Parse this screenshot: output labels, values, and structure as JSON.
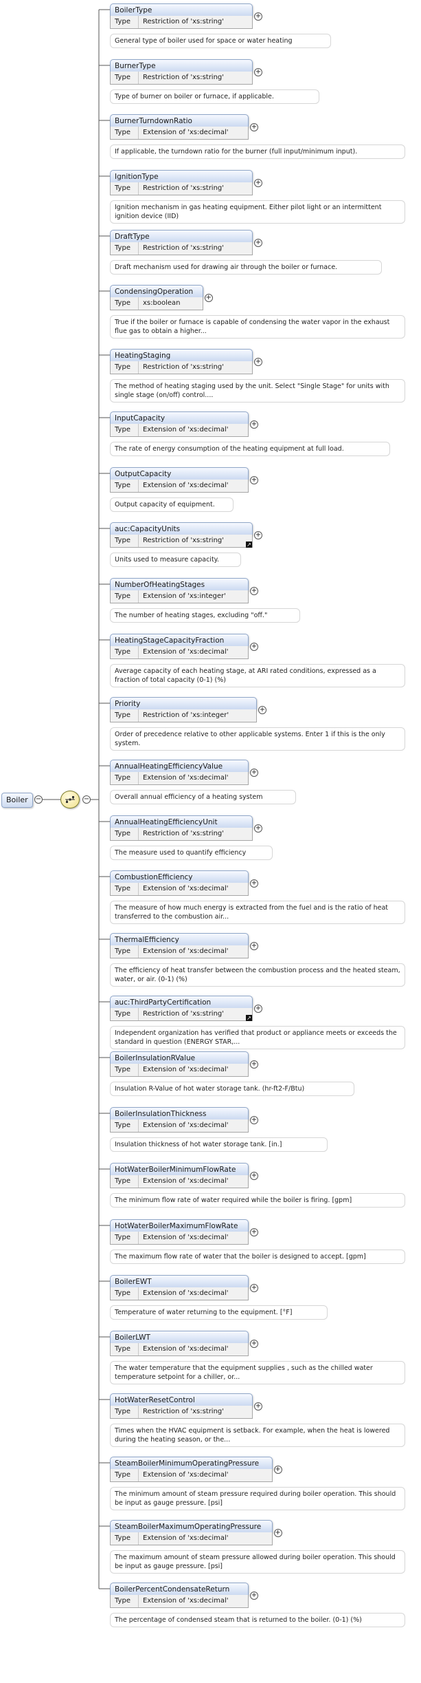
{
  "root": {
    "label": "Boiler",
    "collapse_symbol": "−"
  },
  "compositor": {
    "kind": "sequence",
    "collapse_symbol": "−"
  },
  "type_label": "Type",
  "expand_symbol": "+",
  "elements": [
    {
      "name": "BoilerType",
      "type": "Restriction of 'xs:string'",
      "doc": "General type of boiler used for space or water heating",
      "ref": false
    },
    {
      "name": "BurnerType",
      "type": "Restriction of 'xs:string'",
      "doc": "Type of burner on boiler or furnace, if applicable.",
      "ref": false
    },
    {
      "name": "BurnerTurndownRatio",
      "type": "Extension of 'xs:decimal'",
      "doc": "If applicable, the turndown ratio for the burner (full input/minimum input).",
      "ref": false
    },
    {
      "name": "IgnitionType",
      "type": "Restriction of 'xs:string'",
      "doc": "Ignition mechanism in gas heating equipment. Either pilot light or an intermittent ignition device (IID)",
      "ref": false
    },
    {
      "name": "DraftType",
      "type": "Restriction of 'xs:string'",
      "doc": "Draft mechanism used for drawing air through the boiler or furnace.",
      "ref": false
    },
    {
      "name": "CondensingOperation",
      "type": "xs:boolean",
      "doc": "True if the boiler or furnace is capable of condensing the water vapor in the exhaust flue gas to obtain a higher...",
      "ref": false
    },
    {
      "name": "HeatingStaging",
      "type": "Restriction of 'xs:string'",
      "doc": "The method of heating staging used by the unit. Select \"Single Stage\" for units with single stage (on/off) control....",
      "ref": false
    },
    {
      "name": "InputCapacity",
      "type": "Extension of 'xs:decimal'",
      "doc": "The rate of energy consumption of the heating equipment at full load.",
      "ref": false
    },
    {
      "name": "OutputCapacity",
      "type": "Extension of 'xs:decimal'",
      "doc": "Output capacity of equipment.",
      "ref": false
    },
    {
      "name": "auc:CapacityUnits",
      "type": "Restriction of 'xs:string'",
      "doc": "Units used to measure capacity.",
      "ref": true
    },
    {
      "name": "NumberOfHeatingStages",
      "type": "Extension of 'xs:integer'",
      "doc": "The number of heating stages, excluding \"off.\"",
      "ref": false
    },
    {
      "name": "HeatingStageCapacityFraction",
      "type": "Extension of 'xs:decimal'",
      "doc": "Average capacity of each heating stage, at ARI rated conditions, expressed as a fraction of total capacity (0-1) (%)",
      "ref": false
    },
    {
      "name": "Priority",
      "type": "Restriction of 'xs:integer'",
      "doc": "Order of precedence relative to other applicable systems. Enter 1 if this is the only system.",
      "ref": false
    },
    {
      "name": "AnnualHeatingEfficiencyValue",
      "type": "Extension of 'xs:decimal'",
      "doc": "Overall annual efficiency of a heating system",
      "ref": false
    },
    {
      "name": "AnnualHeatingEfficiencyUnit",
      "type": "Restriction of 'xs:string'",
      "doc": "The measure used to quantify efficiency",
      "ref": false
    },
    {
      "name": "CombustionEfficiency",
      "type": "Extension of 'xs:decimal'",
      "doc": "The measure of how much energy is extracted from the fuel and is the ratio of heat transferred to the combustion air...",
      "ref": false
    },
    {
      "name": "ThermalEfficiency",
      "type": "Extension of 'xs:decimal'",
      "doc": "The efficiency of heat transfer between the combustion process and the heated steam, water, or air. (0-1) (%)",
      "ref": false
    },
    {
      "name": "auc:ThirdPartyCertification",
      "type": "Restriction of 'xs:string'",
      "doc": "Independent organization has verified that product or appliance meets or exceeds the standard in question (ENERGY STAR,...",
      "ref": true
    },
    {
      "name": "BoilerInsulationRValue",
      "type": "Extension of 'xs:decimal'",
      "doc": "Insulation R-Value of hot water storage tank. (hr-ft2-F/Btu)",
      "ref": false
    },
    {
      "name": "BoilerInsulationThickness",
      "type": "Extension of 'xs:decimal'",
      "doc": "Insulation thickness of hot water storage tank. [in.]",
      "ref": false
    },
    {
      "name": "HotWaterBoilerMinimumFlowRate",
      "type": "Extension of 'xs:decimal'",
      "doc": "The minimum flow rate of water required while the boiler is firing. [gpm]",
      "ref": false
    },
    {
      "name": "HotWaterBoilerMaximumFlowRate",
      "type": "Extension of 'xs:decimal'",
      "doc": "The maximum flow rate of water that the boiler is designed to accept. [gpm]",
      "ref": false
    },
    {
      "name": "BoilerEWT",
      "type": "Extension of 'xs:decimal'",
      "doc": "Temperature of water returning to the equipment. [°F]",
      "ref": false
    },
    {
      "name": "BoilerLWT",
      "type": "Extension of 'xs:decimal'",
      "doc": "The water temperature that the equipment supplies , such as the chilled water temperature setpoint for a chiller, or...",
      "ref": false
    },
    {
      "name": "HotWaterResetControl",
      "type": "Restriction of 'xs:string'",
      "doc": "Times when the HVAC equipment is setback. For example, when the heat is lowered during the heating season, or the...",
      "ref": false
    },
    {
      "name": "SteamBoilerMinimumOperatingPressure",
      "type": "Extension of 'xs:decimal'",
      "doc": "The minimum amount of steam pressure required during boiler operation. This should be input as gauge pressure. [psi]",
      "ref": false
    },
    {
      "name": "SteamBoilerMaximumOperatingPressure",
      "type": "Extension of 'xs:decimal'",
      "doc": "The maximum amount of steam pressure allowed during boiler operation. This should be input as gauge pressure. [psi]",
      "ref": false
    },
    {
      "name": "BoilerPercentCondensateReturn",
      "type": "Extension of 'xs:decimal'",
      "doc": "The percentage of condensed steam that is returned to the boiler. (0-1) (%)",
      "ref": false
    }
  ]
}
